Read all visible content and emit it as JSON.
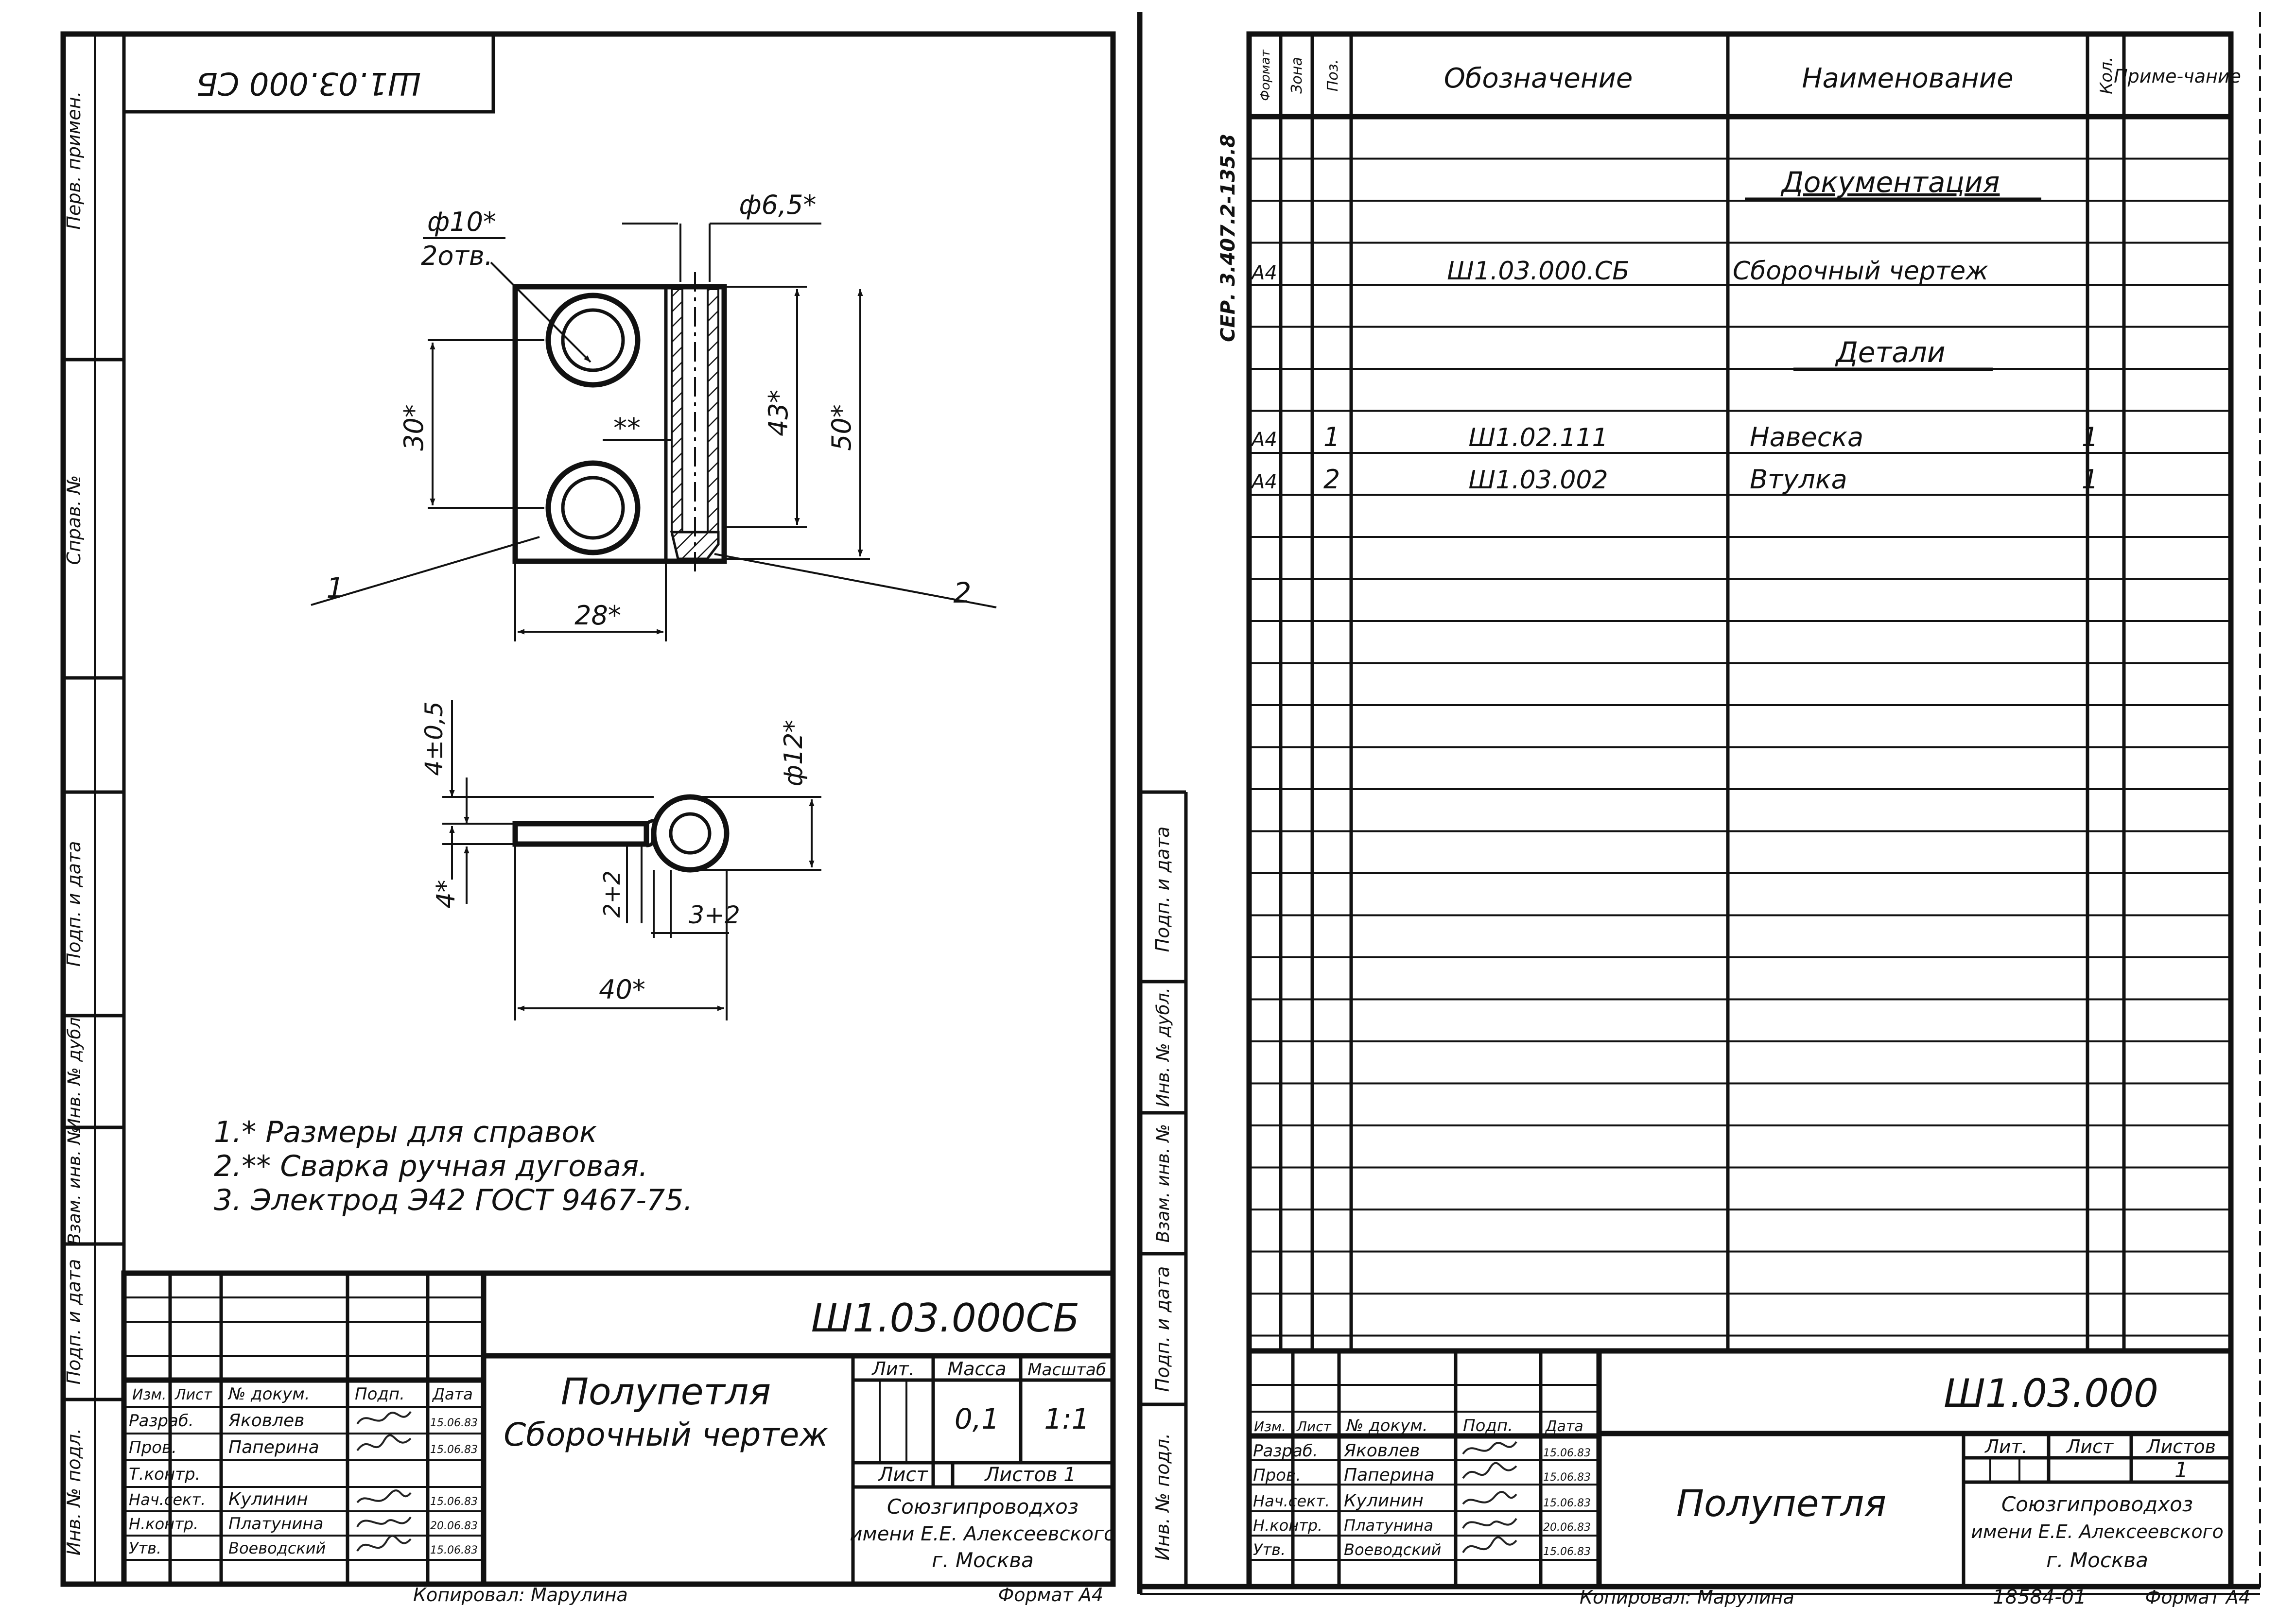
{
  "left_sheet": {
    "rotated_code": "Ш1.03.000 СБ",
    "side_labels": [
      "Перв. примен.",
      "Справ. №",
      "Подп. и дата",
      "Инв. № дубл.",
      "Взам. инв. №",
      "Подп. и дата",
      "Инв. № подл."
    ],
    "dims": {
      "hole_dia": "ф10*",
      "hole_count": "2отв.",
      "sleeve_dia": "ф6,5*",
      "hole_pitch": "30*",
      "weld_mark": "**",
      "sleeve_len": "43*",
      "plate_height": "50*",
      "plate_width": "28*",
      "thickness_tol": "4±0,5",
      "outer_dia": "ф12*",
      "thickness": "4*",
      "gap_a": "2+2",
      "gap_b": "3+2",
      "total_len": "40*"
    },
    "leaders": [
      "1",
      "2"
    ],
    "notes": [
      "1.* Размеры для справок",
      "2.** Сварка ручная дуговая.",
      "3. Электрод Э42 ГОСТ 9467-75."
    ],
    "title_block": {
      "doc_code": "Ш1.03.000СБ",
      "title": "Полупетля",
      "subtitle": "Сборочный чертеж",
      "lit_label": "Лит.",
      "mass_label": "Масса",
      "scale_label": "Масштаб",
      "mass_value": "0,1",
      "scale_value": "1:1",
      "sheet_label": "Лист",
      "sheets_label": "Листов 1",
      "org": [
        "Союзгипроводхоз",
        "имени Е.Е. Алексеевского",
        "г. Москва"
      ],
      "col_headers": [
        "Изм.",
        "Лист",
        "№ докум.",
        "Подп.",
        "Дата"
      ],
      "rows": [
        {
          "role": "Разраб.",
          "name": "Яковлев",
          "date": "15.06.83"
        },
        {
          "role": "Пров.",
          "name": "Паперина",
          "date": "15.06.83"
        },
        {
          "role": "Т.контр.",
          "name": "",
          "date": ""
        },
        {
          "role": "Нач.сект.",
          "name": "Кулинин",
          "date": "15.06.83"
        },
        {
          "role": "Н.контр.",
          "name": "Платунина",
          "date": "20.06.83"
        },
        {
          "role": "Утв.",
          "name": "Воеводский",
          "date": "15.06.83"
        }
      ]
    },
    "copied_by": "Копировал: Марулина",
    "format": "Формат А4"
  },
  "right_sheet": {
    "series_code": "СЕР. 3.407.2-135.8",
    "side_labels": [
      "Подп. и дата",
      "Инв. № дубл.",
      "Взам. инв. №",
      "Подп. и дата",
      "Инв. № подл."
    ],
    "col_headers": [
      "Формат",
      "Зона",
      "Поз.",
      "Обозначение",
      "Наименование",
      "Кол.",
      "Приме-чание"
    ],
    "sections": {
      "docs": "Документация",
      "details": "Детали"
    },
    "rows": [
      {
        "format": "А4",
        "pos": "",
        "code": "Ш1.03.000.СБ",
        "name": "Сборочный чертеж",
        "qty": ""
      },
      {
        "format": "А4",
        "pos": "1",
        "code": "Ш1.02.111",
        "name": "Навеска",
        "qty": "1"
      },
      {
        "format": "А4",
        "pos": "2",
        "code": "Ш1.03.002",
        "name": "Втулка",
        "qty": "1"
      }
    ],
    "title_block": {
      "doc_code": "Ш1.03.000",
      "title": "Полупетля",
      "lit_label": "Лит.",
      "sheet_label": "Лист",
      "sheets_label": "Листов",
      "sheets_value": "1",
      "org": [
        "Союзгипроводхоз",
        "имени Е.Е. Алексеевского",
        "г. Москва"
      ],
      "col_headers": [
        "Изм.",
        "Лист",
        "№ докум.",
        "Подп.",
        "Дата"
      ],
      "rows": [
        {
          "role": "Разраб.",
          "name": "Яковлев",
          "date": "15.06.83"
        },
        {
          "role": "Пров.",
          "name": "Паперина",
          "date": "15.06.83"
        },
        {
          "role": "Нач.сект.",
          "name": "Кулинин",
          "date": "15.06.83"
        },
        {
          "role": "Н.контр.",
          "name": "Платунина",
          "date": "20.06.83"
        },
        {
          "role": "Утв.",
          "name": "Воеводский",
          "date": "15.06.83"
        }
      ]
    },
    "copied_by": "Копировал: Марулина",
    "order_no": "18584-01",
    "format": "Формат А4"
  }
}
